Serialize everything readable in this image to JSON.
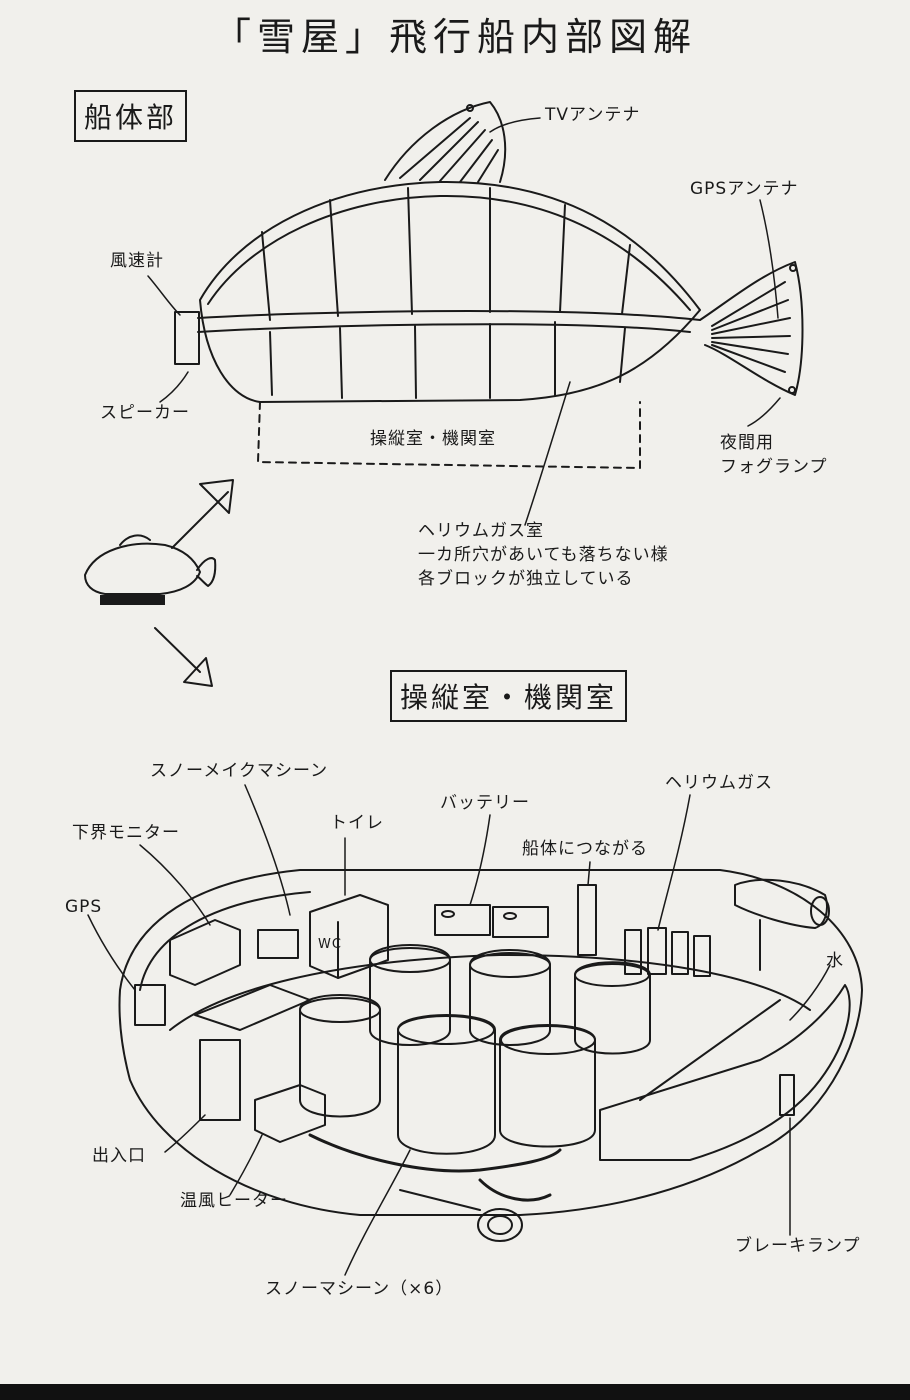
{
  "title": "「雪屋」飛行船内部図解",
  "sections": {
    "hull": "船体部",
    "cabin": "操縦室・機関室"
  },
  "hull_labels": {
    "tv_antenna": "TVアンテナ",
    "gps_antenna": "GPSアンテナ",
    "anemometer": "風速計",
    "speaker": "スピーカー",
    "cabin_area": "操縦室・機関室",
    "night_lamp_line1": "夜間用",
    "night_lamp_line2": "フォグランプ",
    "helium_line1": "ヘリウムガス室",
    "helium_line2": "一カ所穴があいても落ちない様",
    "helium_line3": "各ブロックが独立している"
  },
  "cabin_labels": {
    "snow_make": "スノーメイクマシーン",
    "toilet": "トイレ",
    "battery": "バッテリー",
    "helium_gas": "ヘリウムガス",
    "monitor": "下界モニター",
    "hull_connect": "船体につながる",
    "gps": "GPS",
    "water": "水",
    "wc": "WC",
    "entrance": "出入口",
    "heater": "温風ヒーター",
    "brake_lamp": "ブレーキランプ",
    "snow_machine": "スノーマシーン（×6）"
  }
}
